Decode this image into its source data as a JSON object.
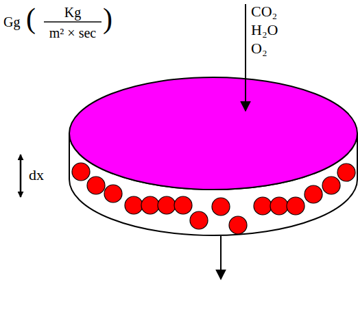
{
  "diagram": {
    "labels": [
      "Gg",
      "(",
      "Kg",
      "m² × sec",
      ")",
      "CO₂",
      "H₂O",
      "O₂",
      "dx"
    ]
  }
}
